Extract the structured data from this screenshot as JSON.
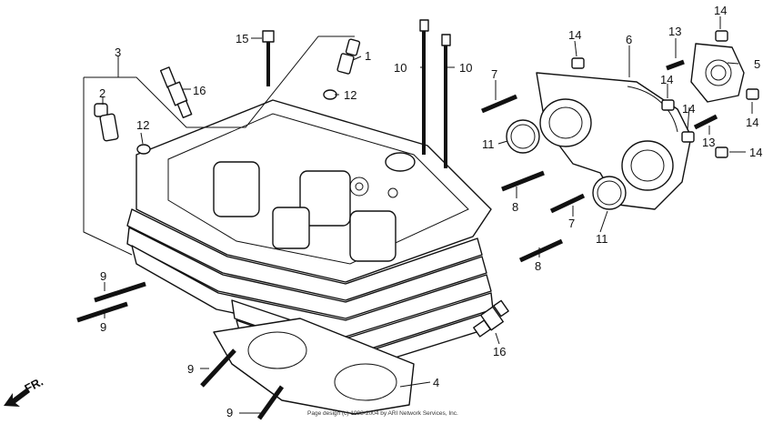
{
  "labels": {
    "p1": "1",
    "p2": "2",
    "p3": "3",
    "p4": "4",
    "p5": "5",
    "p6": "6",
    "p7a": "7",
    "p7b": "7",
    "p8a": "8",
    "p8b": "8",
    "p9a": "9",
    "p9b": "9",
    "p9c": "9",
    "p9d": "9",
    "p10a": "10",
    "p10b": "10",
    "p11a": "11",
    "p11b": "11",
    "p12a": "12",
    "p12b": "12",
    "p13a": "13",
    "p13b": "13",
    "p14a": "14",
    "p14b": "14",
    "p14c": "14",
    "p14d": "14",
    "p14e": "14",
    "p14f": "14",
    "p15": "15",
    "p16a": "16",
    "p16b": "16"
  },
  "direction_label": "FR.",
  "copyright": "Page design (c) 1998-2004 by ARI Network Services, Inc."
}
